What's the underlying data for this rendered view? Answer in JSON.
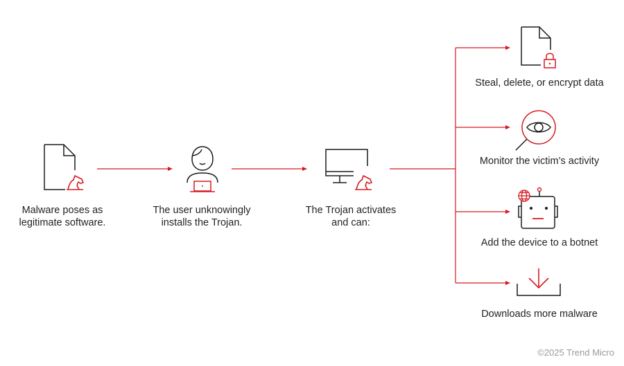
{
  "colors": {
    "accent": "#d71920",
    "ink": "#1a1a1a",
    "muted": "#9a9a9a"
  },
  "steps": [
    {
      "icon": "document-trojan-icon",
      "label": "Malware poses as\nlegitimate software."
    },
    {
      "icon": "user-laptop-icon",
      "label": "The user unknowingly\ninstalls the Trojan."
    },
    {
      "icon": "monitor-trojan-icon",
      "label": "The Trojan activates\nand can:"
    }
  ],
  "outcomes": [
    {
      "icon": "document-lock-icon",
      "label": "Steal, delete, or encrypt data"
    },
    {
      "icon": "eye-magnifier-icon",
      "label": "Monitor the victim’s activity"
    },
    {
      "icon": "robot-globe-icon",
      "label": "Add the device to a botnet"
    },
    {
      "icon": "download-icon",
      "label": "Downloads more malware"
    }
  ],
  "footer": {
    "copyright": "©2025 Trend Micro"
  }
}
